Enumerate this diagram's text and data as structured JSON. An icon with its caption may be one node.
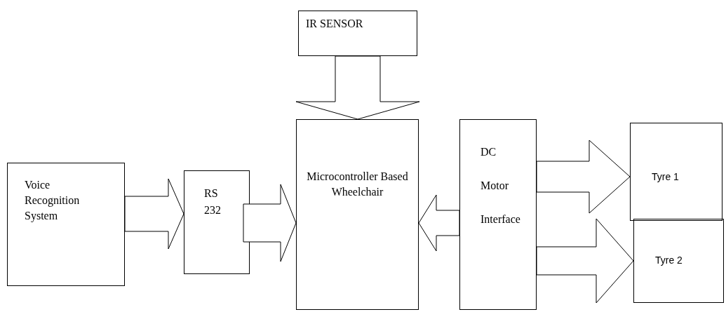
{
  "diagram": {
    "nodes": [
      {
        "text": [
          "IR SENSOR"
        ]
      },
      {
        "text": [
          "Microcontroller Based Wheelchair"
        ]
      },
      {
        "text": [
          "Voice Recognition System"
        ]
      },
      {
        "text": [
          "RS 232"
        ]
      },
      {
        "text": [
          "DC Motor Interface"
        ]
      },
      {
        "text": [
          "Tyre 1"
        ]
      },
      {
        "text": [
          "Tyre 2"
        ]
      }
    ],
    "edges": [
      {
        "from": 0,
        "to": 1,
        "arrow": "to"
      },
      {
        "from": 2,
        "to": 3,
        "arrow": "to"
      },
      {
        "from": 3,
        "to": 1,
        "arrow": "to"
      },
      {
        "from": 4,
        "to": 1,
        "arrow": "to"
      },
      {
        "from": 4,
        "to": 5,
        "arrow": "to"
      },
      {
        "from": 4,
        "to": 6,
        "arrow": "to"
      }
    ]
  }
}
